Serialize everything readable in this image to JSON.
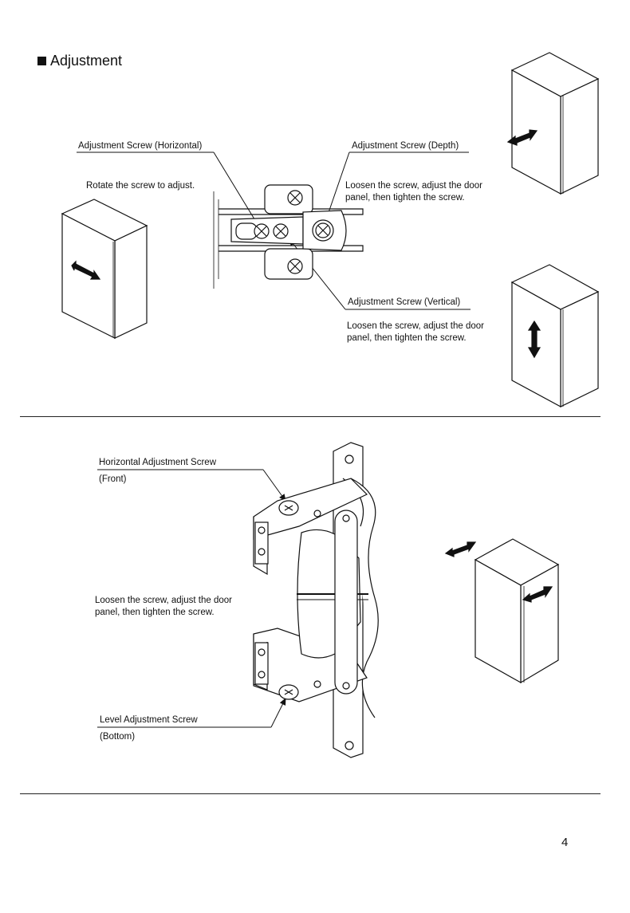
{
  "section": {
    "title": "Adjustment"
  },
  "top_panel": {
    "horizontal_screw_label": "Adjustment Screw (Horizontal)",
    "horizontal_screw_note": "Rotate the screw to adjust.",
    "depth_screw_label": "Adjustment Screw (Depth)",
    "depth_screw_note": "Loosen the screw, adjust the door panel, then tighten the screw.",
    "vertical_screw_label": "Adjustment Screw (Vertical)",
    "vertical_screw_note": "Loosen the screw, adjust the door panel, then tighten the screw."
  },
  "bottom_panel": {
    "front_screw_label": "Horizontal Adjustment Screw",
    "front_screw_sub": "(Front)",
    "middle_note": "Loosen the screw, adjust the door panel, then tighten the screw.",
    "bottom_screw_label": "Level Adjustment Screw",
    "bottom_screw_sub": "(Bottom)"
  },
  "page_number": "4",
  "icons": [
    "cabinet-horizontal-icon",
    "cabinet-depth-icon",
    "cabinet-vertical-icon",
    "cabinet-lateral-icon",
    "hinge-top-view",
    "hinge-side-view"
  ]
}
